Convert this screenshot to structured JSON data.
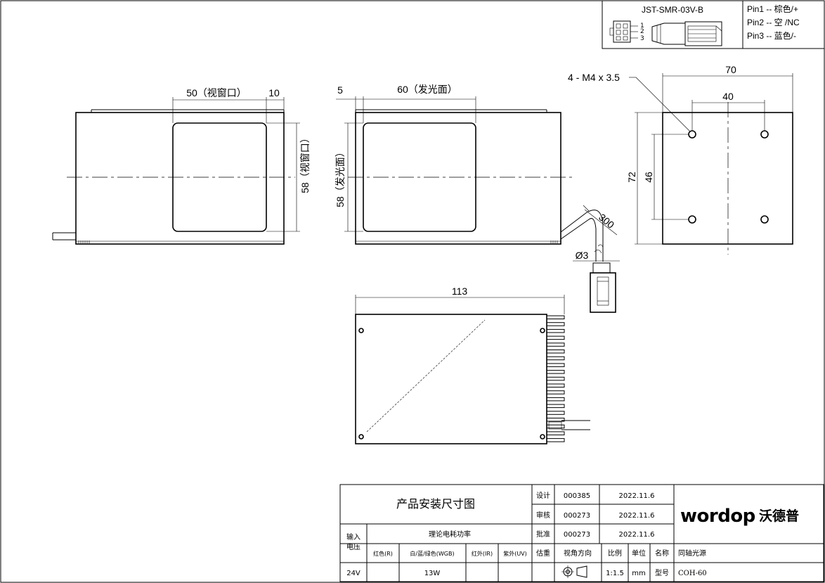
{
  "connector": {
    "model": "JST-SMR-03V-B",
    "pin_numbers": [
      "1",
      "2",
      "3"
    ],
    "pins": [
      "Pin1 -- 棕色/+",
      "Pin2 -- 空  /NC",
      "Pin3 -- 蓝色/-"
    ]
  },
  "front_view": {
    "window_width": "50（视窗口）",
    "edge_offset": "10",
    "window_height": "58（视窗口）"
  },
  "middle_view": {
    "edge_offset": "5",
    "emit_width": "60（发光面）",
    "emit_height": "58（发光面）",
    "cable_length": "300",
    "cable_diameter": "Ø3"
  },
  "side_view": {
    "screw_note": "4 - M4 x 3.5",
    "width": "70",
    "hole_spacing_x": "40",
    "height": "72",
    "hole_spacing_y": "46"
  },
  "top_view": {
    "length": "113"
  },
  "title_block": {
    "drawing_title": "产品安装尺寸图",
    "design_label": "设计",
    "design_no": "000385",
    "design_date": "2022.11.6",
    "review_label": "审核",
    "review_no": "000273",
    "review_date": "2022.11.6",
    "approve_label": "批准",
    "approve_no": "000273",
    "approve_date": "2022.11.6",
    "input_label_1": "输入",
    "input_label_2": "电压",
    "power_header": "理论电耗功率",
    "col_red": "红色(R)",
    "col_white": "白/蓝/绿色(WGB)",
    "col_ir": "红外(IR)",
    "col_uv": "紫外(UV)",
    "weight_label": "估重",
    "view_label": "视角方向",
    "scale_label": "比例",
    "unit_label": "单位",
    "name_label": "名称",
    "name_value": "同轴光源",
    "voltage": "24V",
    "power": "13W",
    "scale_value": "1:1.5",
    "unit_value": "mm",
    "model_label": "型号",
    "model_value": "COH-60",
    "brand": "wordop",
    "brand_cn": "沃德普"
  }
}
